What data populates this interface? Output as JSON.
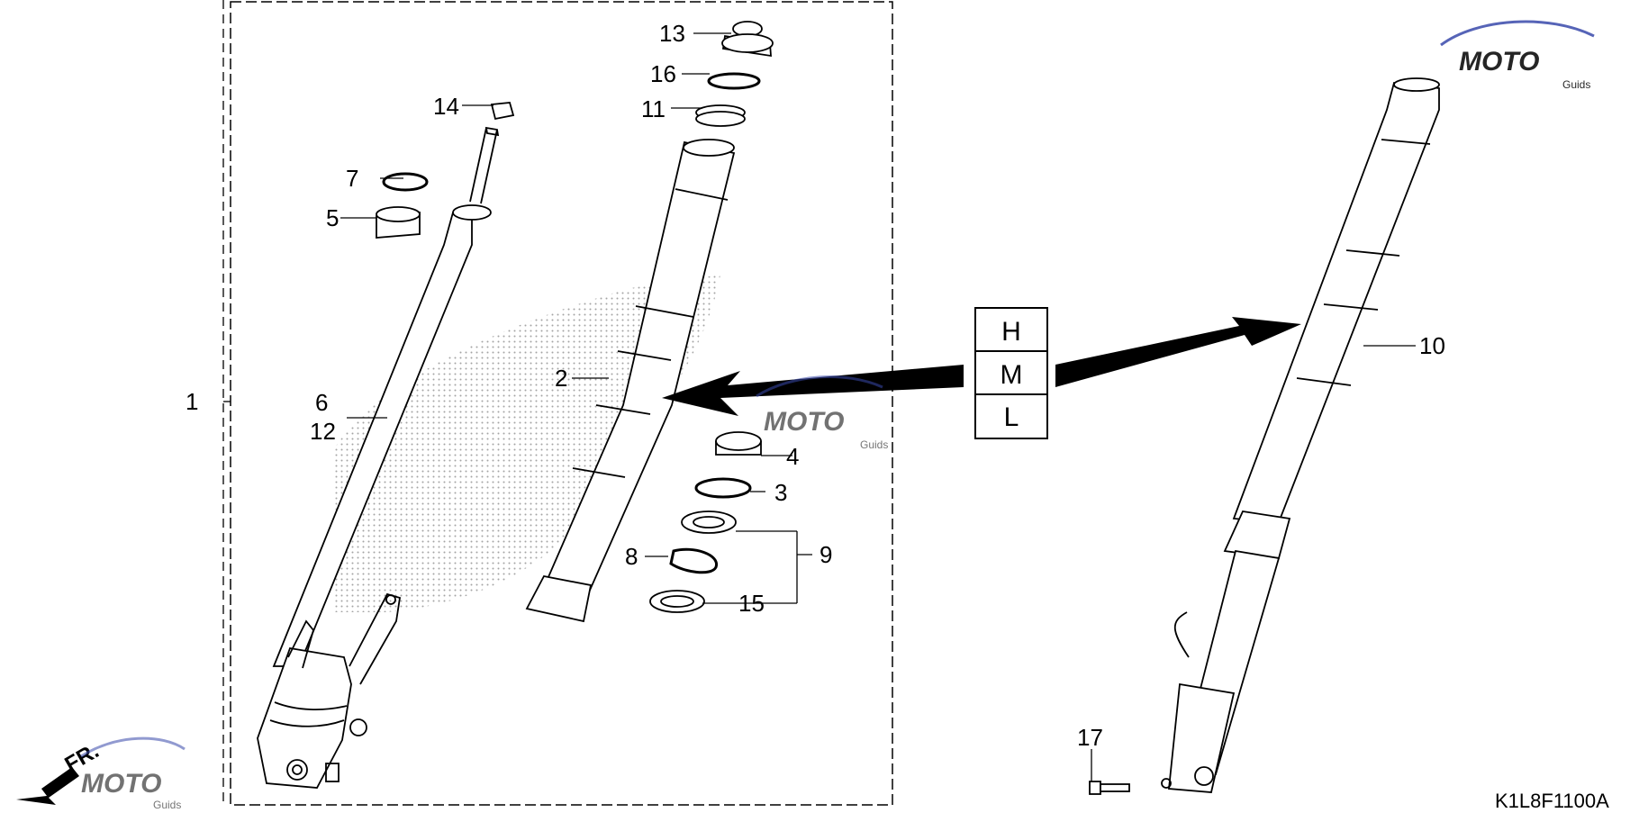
{
  "diagram": {
    "callouts": {
      "c1": "1",
      "c2": "2",
      "c3": "3",
      "c4": "4",
      "c5": "5",
      "c6": "6",
      "c7": "7",
      "c8": "8",
      "c9": "9",
      "c10": "10",
      "c11": "11",
      "c12": "12",
      "c13": "13",
      "c14": "14",
      "c15": "15",
      "c16": "16",
      "c17": "17"
    },
    "hml_table": [
      "H",
      "M",
      "L"
    ],
    "front_label": "FR.",
    "drawing_code": "K1L8F1100A",
    "watermark": {
      "brand": "MOTO",
      "sub": "Guids"
    }
  },
  "colors": {
    "line": "#000000",
    "watermark_red": "#e53935",
    "watermark_blue": "#3949ab"
  }
}
